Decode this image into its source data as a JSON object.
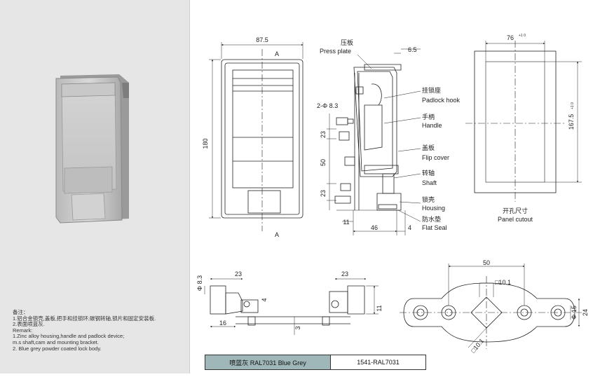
{
  "notes": {
    "heading": "备注：",
    "cn": [
      "1.铝合金锁壳,盖板,把手和挂锁环;碳钢转轴,锁片和固定安装板.",
      "2.表面喷蓝灰."
    ],
    "remark_label": "Remark:",
    "en": [
      "1.Zinc alloy housing,handle and padlock device;",
      "m.s shaft,cam and mounting bracket.",
      "2. Blue grey powder coated lock body."
    ]
  },
  "front_view": {
    "width_dim": "87.5",
    "height_dim": "180",
    "section_mark": "A"
  },
  "side_view": {
    "dim_top": "6.5",
    "dim_holes": "2-Φ 8.3",
    "dim_23a": "23",
    "dim_50": "50",
    "dim_23b": "23",
    "dim_11": "11",
    "dim_46": "46",
    "dim_4": "4"
  },
  "labels": [
    {
      "cn": "压板",
      "en": "Press plate"
    },
    {
      "cn": "挂锁座",
      "en": "Padlock hook"
    },
    {
      "cn": "手柄",
      "en": "Handle"
    },
    {
      "cn": "盖板",
      "en": "Flip cover"
    },
    {
      "cn": "转轴",
      "en": "Shaft"
    },
    {
      "cn": "锁壳",
      "en": "Housing"
    },
    {
      "cn": "防水垫",
      "en": "Flat Seal"
    }
  ],
  "cutout": {
    "width_dim": "76",
    "width_tol": "+1 0",
    "height_dim": "167.5",
    "height_tol": "+1 0",
    "title_cn": "开孔尺寸",
    "title_en": "Panel cutout"
  },
  "bracket": {
    "dim_23_left": "23",
    "dim_23_right": "23",
    "dim_dia": "Φ 8.3",
    "dim_16": "16",
    "dim_4": "4",
    "dim_3": "3",
    "dim_11": "11"
  },
  "cam": {
    "dim_50": "50",
    "dim_sq_top": "□10.1",
    "dim_sq_diag": "□10.1",
    "dim_phi15": "Φ 15",
    "dim_24": "24"
  },
  "color_table": {
    "name": "喷蓝灰 RAL7031 Blue Grey",
    "code": "1541-RAL7031",
    "swatch_color": "#9fb7b9"
  }
}
